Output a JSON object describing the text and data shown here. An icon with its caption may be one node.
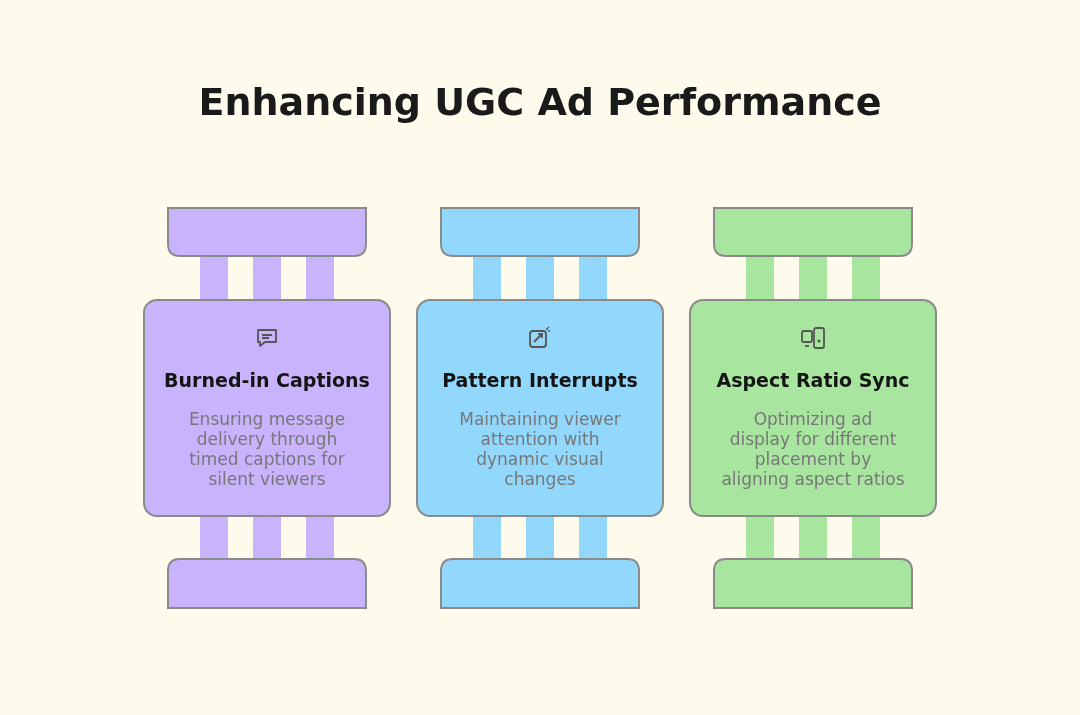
{
  "diagram": {
    "title": "Enhancing UGC Ad Performance",
    "nodes": [
      {
        "text": [
          "Burned-in Captions",
          "Ensuring message delivery through timed captions for silent viewers"
        ]
      },
      {
        "text": [
          "Pattern Interrupts",
          "Maintaining viewer attention with dynamic visual changes"
        ]
      },
      {
        "text": [
          "Aspect Ratio Sync",
          "Optimizing ad display for different placement by aligning aspect ratios"
        ]
      }
    ]
  }
}
